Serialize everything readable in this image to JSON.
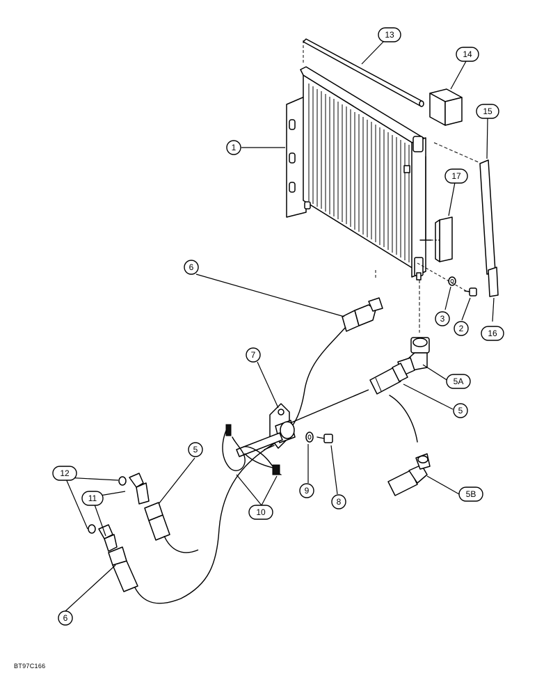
{
  "figure_code": "BT97C166",
  "callouts": [
    {
      "id": "c1",
      "label": "1"
    },
    {
      "id": "c2",
      "label": "2"
    },
    {
      "id": "c3",
      "label": "3"
    },
    {
      "id": "c5a",
      "label": "5A"
    },
    {
      "id": "c5",
      "label": "5"
    },
    {
      "id": "c5b",
      "label": "5B"
    },
    {
      "id": "c5_left",
      "label": "5"
    },
    {
      "id": "c6_top",
      "label": "6"
    },
    {
      "id": "c6_bottom",
      "label": "6"
    },
    {
      "id": "c7",
      "label": "7"
    },
    {
      "id": "c8",
      "label": "8"
    },
    {
      "id": "c9",
      "label": "9"
    },
    {
      "id": "c10",
      "label": "10"
    },
    {
      "id": "c11",
      "label": "11"
    },
    {
      "id": "c12",
      "label": "12"
    },
    {
      "id": "c13",
      "label": "13"
    },
    {
      "id": "c14",
      "label": "14"
    },
    {
      "id": "c15",
      "label": "15"
    },
    {
      "id": "c16",
      "label": "16"
    },
    {
      "id": "c17",
      "label": "17"
    }
  ]
}
